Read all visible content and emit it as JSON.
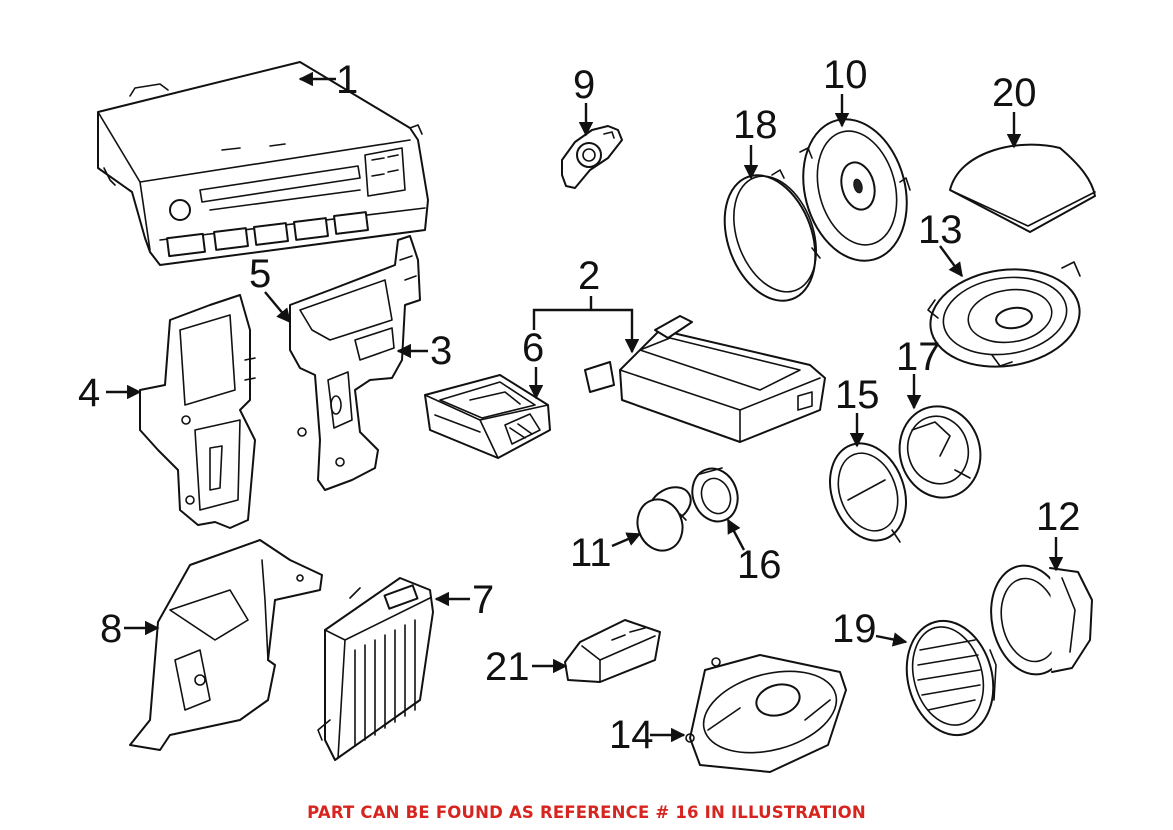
{
  "callouts": {
    "c1": "1",
    "c2": "2",
    "c3": "3",
    "c4": "4",
    "c5": "5",
    "c6": "6",
    "c7": "7",
    "c8": "8",
    "c9": "9",
    "c10": "10",
    "c11": "11",
    "c12": "12",
    "c13": "13",
    "c14": "14",
    "c15": "15",
    "c16": "16",
    "c17": "17",
    "c18": "18",
    "c19": "19",
    "c20": "20",
    "c21": "21"
  },
  "footer": {
    "note": "PART CAN BE FOUND AS REFERENCE # 16 IN ILLUSTRATION",
    "color": "#d7241f"
  },
  "colors": {
    "line": "#111111",
    "background": "#ffffff"
  }
}
